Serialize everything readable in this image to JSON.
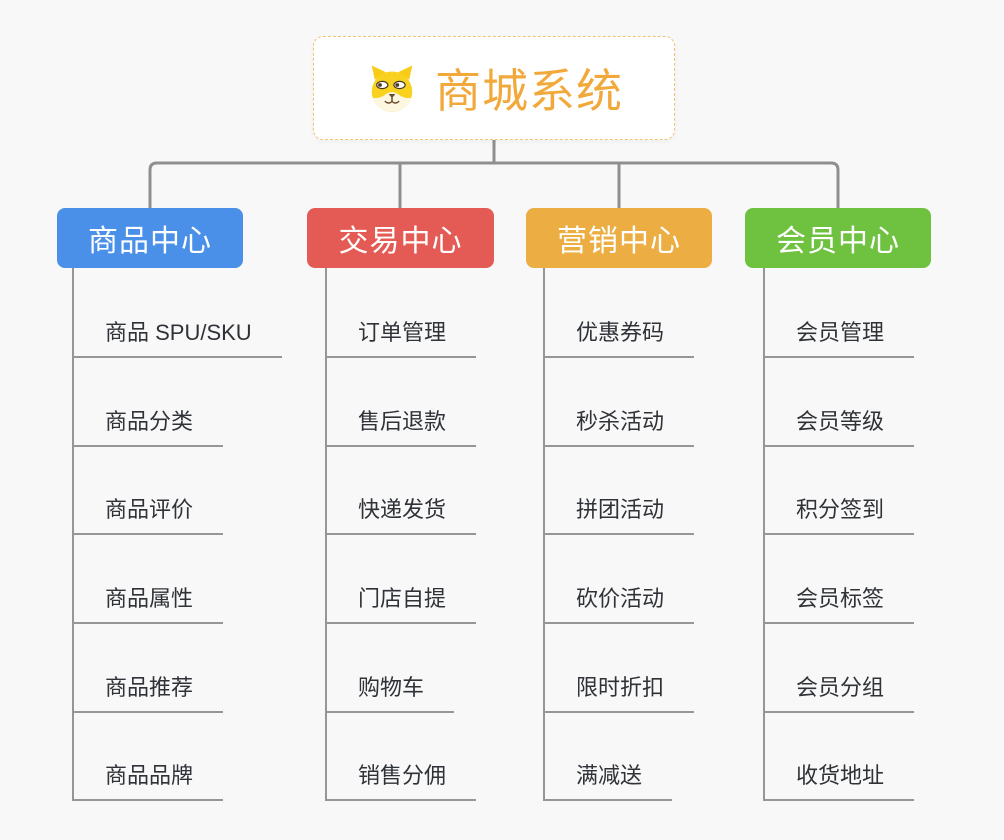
{
  "canvas": {
    "background": "#f8f8f8",
    "connector_color": "#8f8f8f",
    "underline_color": "#969696",
    "item_text_color": "#2f3237"
  },
  "root": {
    "label": "商城系统",
    "icon": "dog-face",
    "text_color": "#F2A93C",
    "border_color": "#f3c273"
  },
  "branches": [
    {
      "id": "goods",
      "label": "商品中心",
      "color": "#4A90E8",
      "items": [
        "商品 SPU/SKU",
        "商品分类",
        "商品评价",
        "商品属性",
        "商品推荐",
        "商品品牌"
      ]
    },
    {
      "id": "trade",
      "label": "交易中心",
      "color": "#E45B55",
      "items": [
        "订单管理",
        "售后退款",
        "快递发货",
        "门店自提",
        "购物车",
        "销售分佣"
      ]
    },
    {
      "id": "marketing",
      "label": "营销中心",
      "color": "#ECAD43",
      "items": [
        "优惠券码",
        "秒杀活动",
        "拼团活动",
        "砍价活动",
        "限时折扣",
        "满减送"
      ]
    },
    {
      "id": "member",
      "label": "会员中心",
      "color": "#6FC23F",
      "items": [
        "会员管理",
        "会员等级",
        "积分签到",
        "会员标签",
        "会员分组",
        "收货地址"
      ]
    }
  ]
}
